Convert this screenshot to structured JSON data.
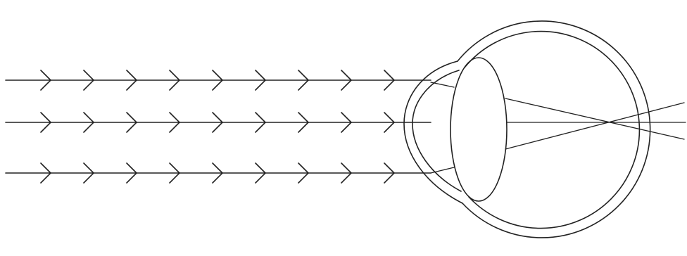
{
  "diagram": {
    "rays": [
      {
        "arrowheads": 9
      },
      {
        "arrowheads": 9
      },
      {
        "arrowheads": 9
      }
    ],
    "line_color": "#222222",
    "background": "#ffffff"
  }
}
